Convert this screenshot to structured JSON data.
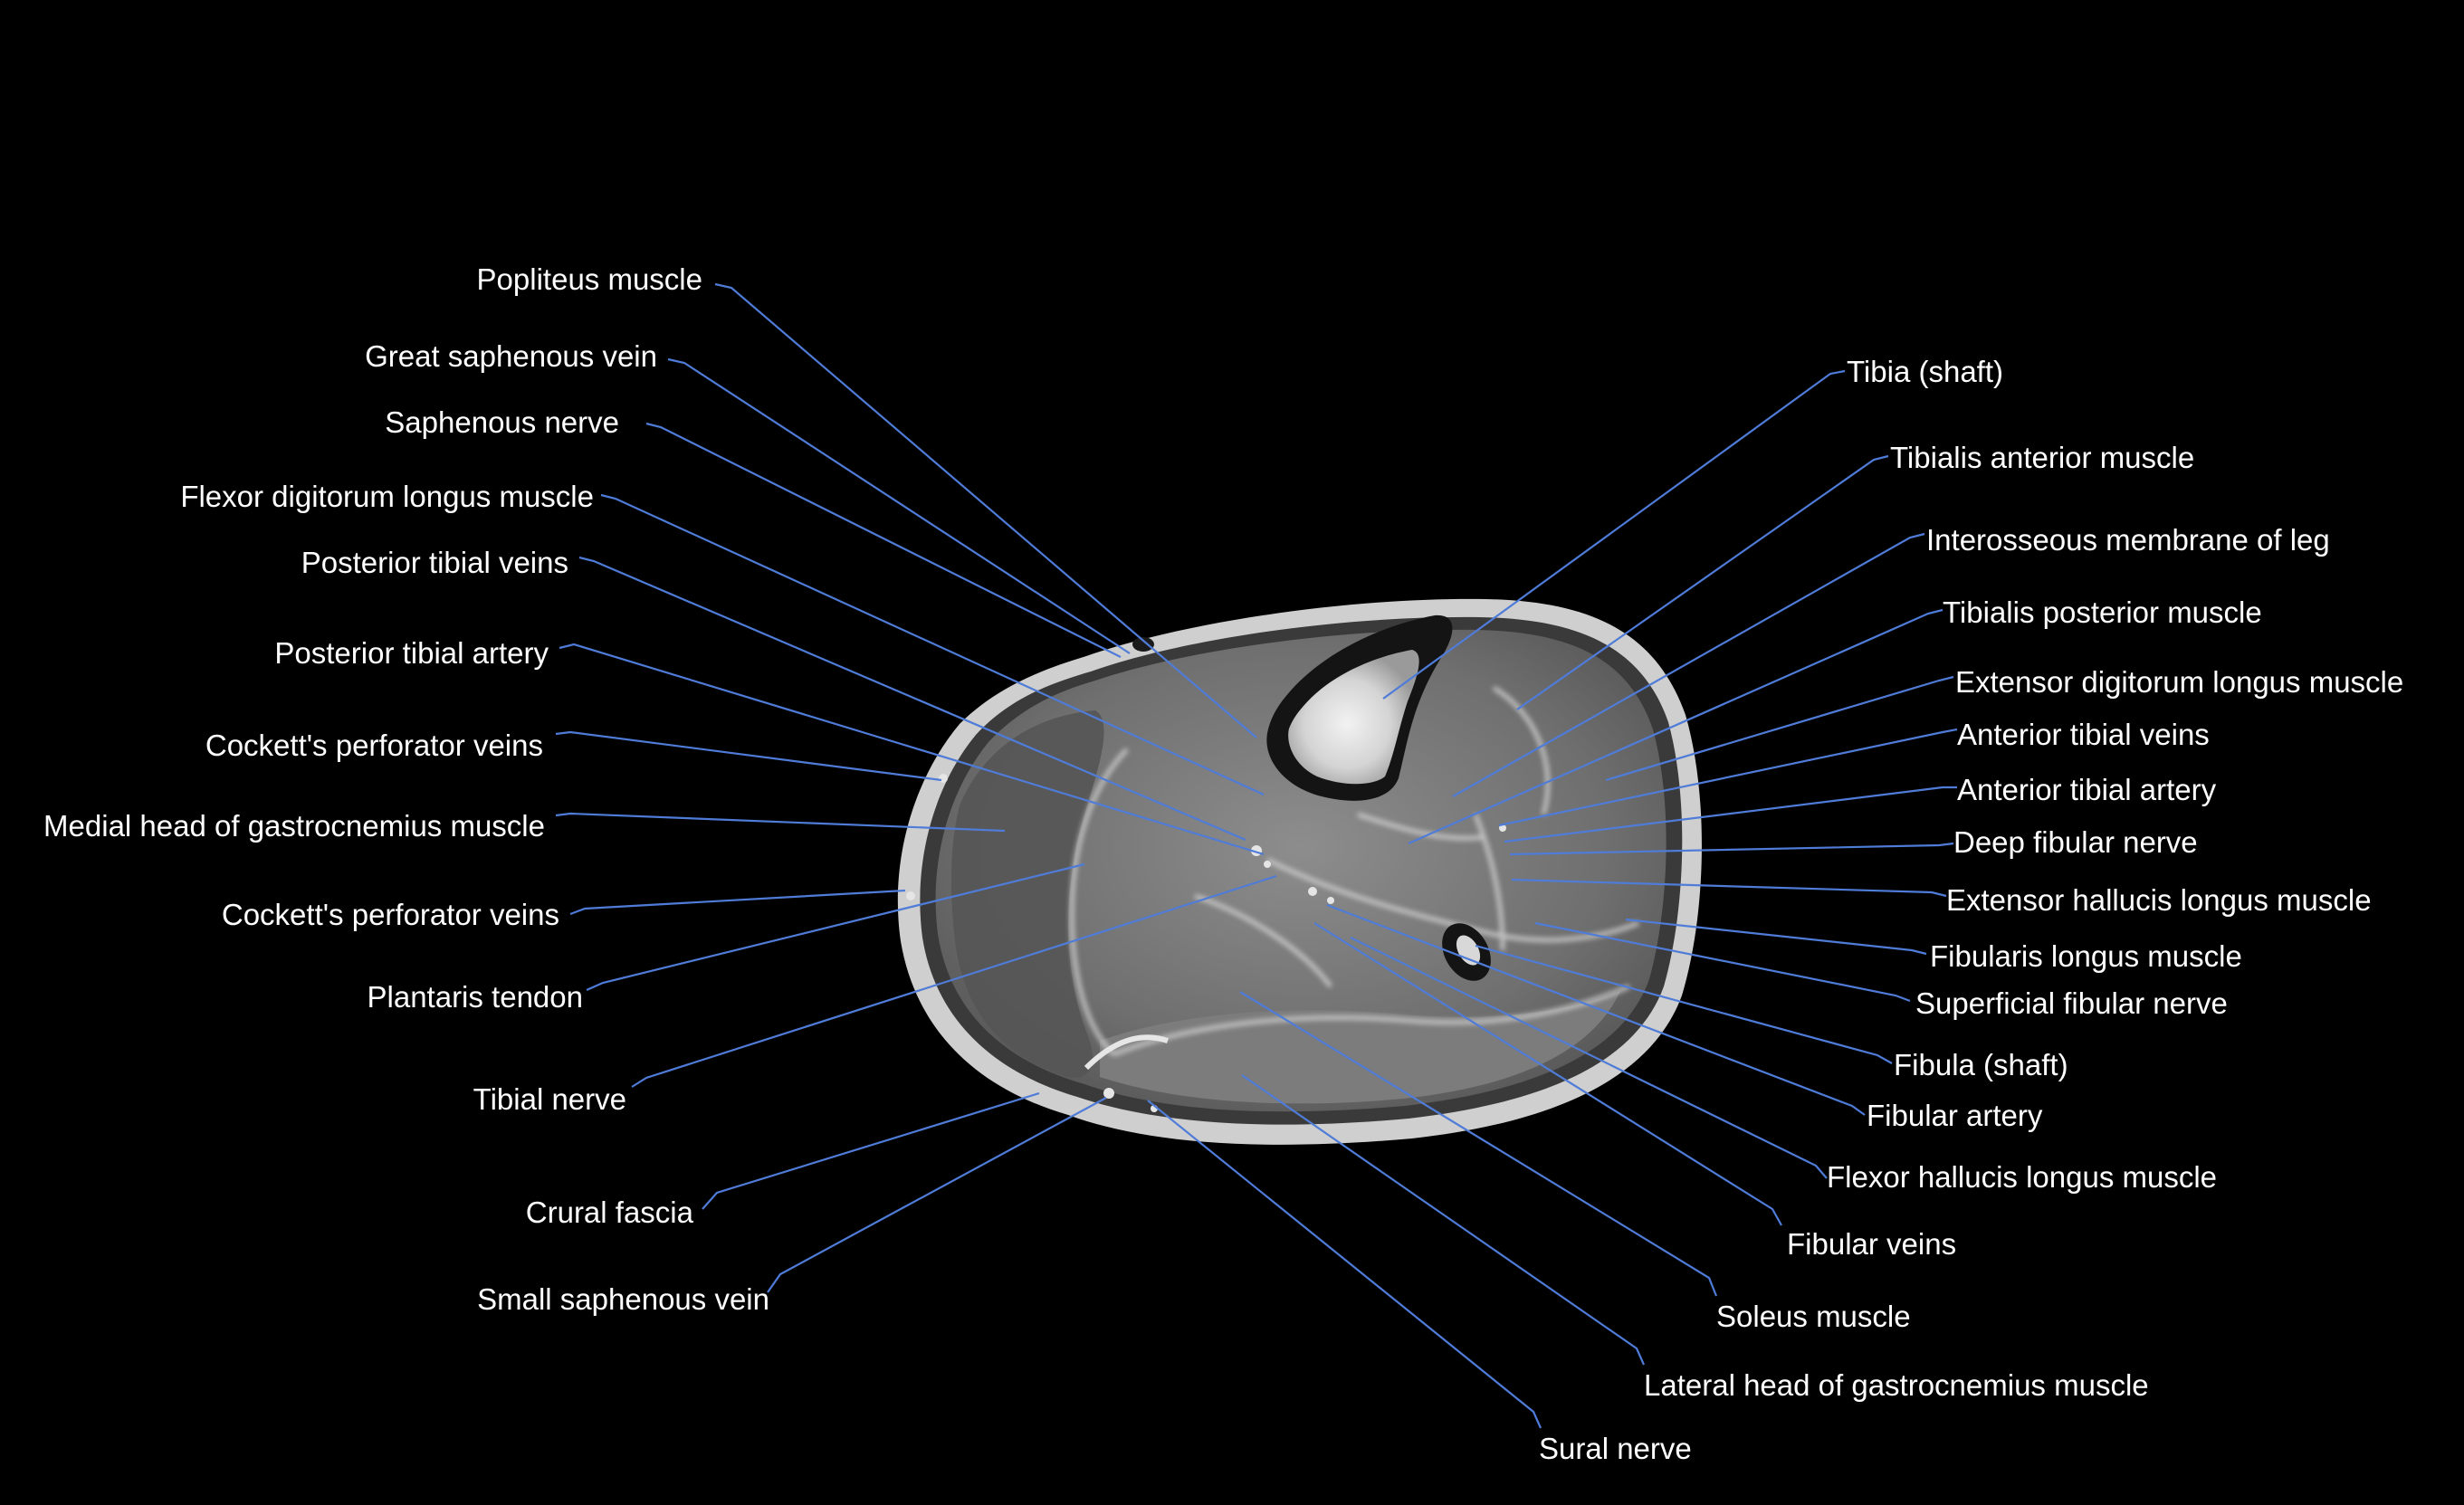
{
  "colors": {
    "background": "#000000",
    "leader": "#4f7cd8",
    "label": "#ffffff"
  },
  "labels_left": [
    "Popliteus muscle",
    "Great saphenous vein",
    "Saphenous nerve",
    "Flexor digitorum longus muscle",
    "Posterior tibial veins",
    "Posterior tibial artery",
    "Cockett's perforator veins",
    "Medial head of gastrocnemius muscle",
    "Cockett's perforator veins",
    "Plantaris tendon",
    "Tibial nerve",
    "Crural fascia",
    "Small saphenous vein"
  ],
  "labels_right": [
    "Tibia (shaft)",
    "Tibialis anterior muscle",
    "Interosseous membrane of leg",
    "Tibialis posterior muscle",
    "Extensor digitorum longus muscle",
    "Anterior tibial veins",
    "Anterior tibial artery",
    "Deep fibular nerve",
    "Extensor hallucis longus muscle",
    "Fibularis longus muscle",
    "Superficial fibular nerve",
    "Fibula (shaft)",
    "Fibular artery",
    "Flexor hallucis longus muscle",
    "Fibular veins",
    "Soleus muscle",
    "Lateral head of gastrocnemius muscle",
    "Sural nerve"
  ]
}
